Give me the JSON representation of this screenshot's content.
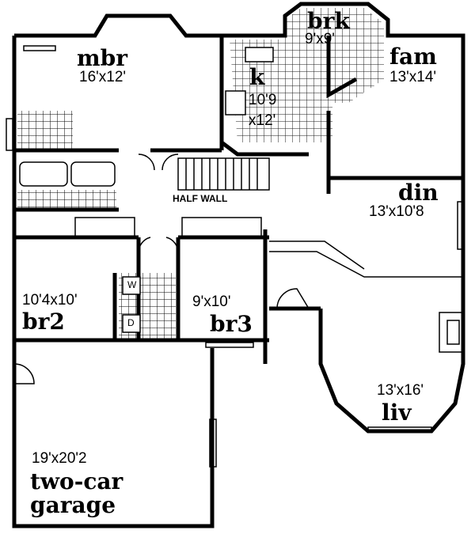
{
  "rooms": {
    "mbr": {
      "name": "mbr",
      "size": "16'x12'"
    },
    "brk": {
      "name": "brk",
      "size": "9'x9'"
    },
    "fam": {
      "name": "fam",
      "size": "13'x14'"
    },
    "k": {
      "name": "k",
      "size_line1": "10'9",
      "size_line2": "x12'"
    },
    "din": {
      "name": "din",
      "size": "13'x10'8"
    },
    "br2": {
      "name": "br2",
      "size": "10'4x10'"
    },
    "br3": {
      "name": "br3",
      "size": "9'x10'"
    },
    "liv": {
      "name": "liv",
      "size": "13'x16'"
    },
    "garage": {
      "size": "19'x20'2",
      "name_line1": "two-car",
      "name_line2": "garage"
    }
  },
  "annotations": {
    "half_wall": "HALF WALL",
    "washer": "W",
    "dryer": "D"
  }
}
